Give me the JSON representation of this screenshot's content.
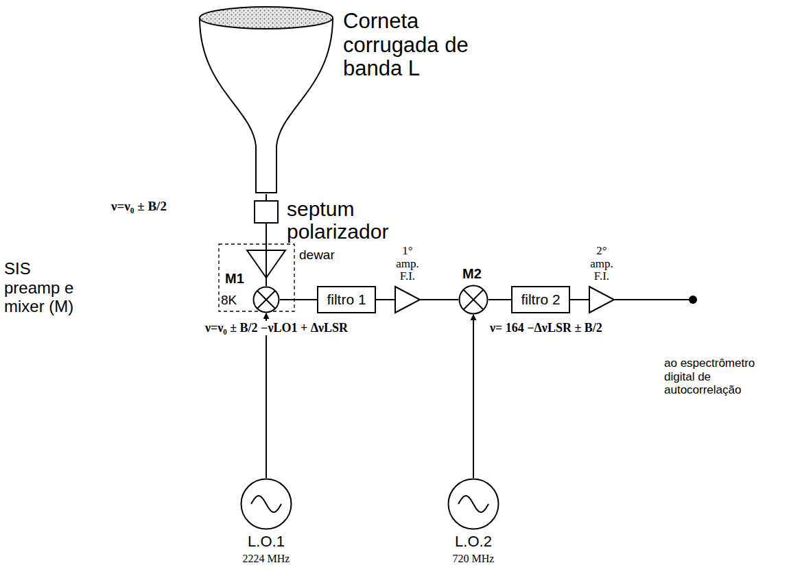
{
  "diagram": {
    "nodes": [
      {
        "text": [
          "Corneta corrugada de banda L"
        ]
      },
      {
        "text": [
          "septum polarizador"
        ]
      },
      {
        "text": [
          "dewar",
          "8K"
        ]
      },
      {
        "text": [
          "M1"
        ],
        "in": 2
      },
      {
        "text": [
          "filtro 1"
        ]
      },
      {
        "text": [
          "1° amp. F.I."
        ]
      },
      {
        "text": [
          "M2"
        ]
      },
      {
        "text": [
          "filtro 2"
        ]
      },
      {
        "text": [
          "2° amp. F.I."
        ]
      },
      {
        "text": [
          "L.O.1",
          "2224 MHz"
        ]
      },
      {
        "text": [
          "L.O.2",
          "720 MHz"
        ]
      }
    ],
    "edges": [
      {
        "from": 0,
        "to": 1,
        "arrow": "none"
      },
      {
        "from": 1,
        "to": 3,
        "arrow": "none"
      },
      {
        "from": 3,
        "to": 4,
        "arrow": "none"
      },
      {
        "from": 4,
        "to": 5,
        "arrow": "none"
      },
      {
        "from": 5,
        "to": 6,
        "arrow": "none"
      },
      {
        "from": 6,
        "to": 7,
        "arrow": "none"
      },
      {
        "from": 7,
        "to": 8,
        "arrow": "none"
      },
      {
        "from": 9,
        "to": 3,
        "arrow": "to"
      },
      {
        "from": 10,
        "to": 6,
        "arrow": "to"
      }
    ],
    "labels": [
      "ν=ν₀ ± B/2",
      "SIS preamp e mixer (M)",
      "ν=ν₀ ± B/2 −νLO1 + ΔνLSR",
      "ν= 164 −ΔνLSR ± B/2",
      "ao espectrômetro digital de autocorrelação"
    ]
  }
}
